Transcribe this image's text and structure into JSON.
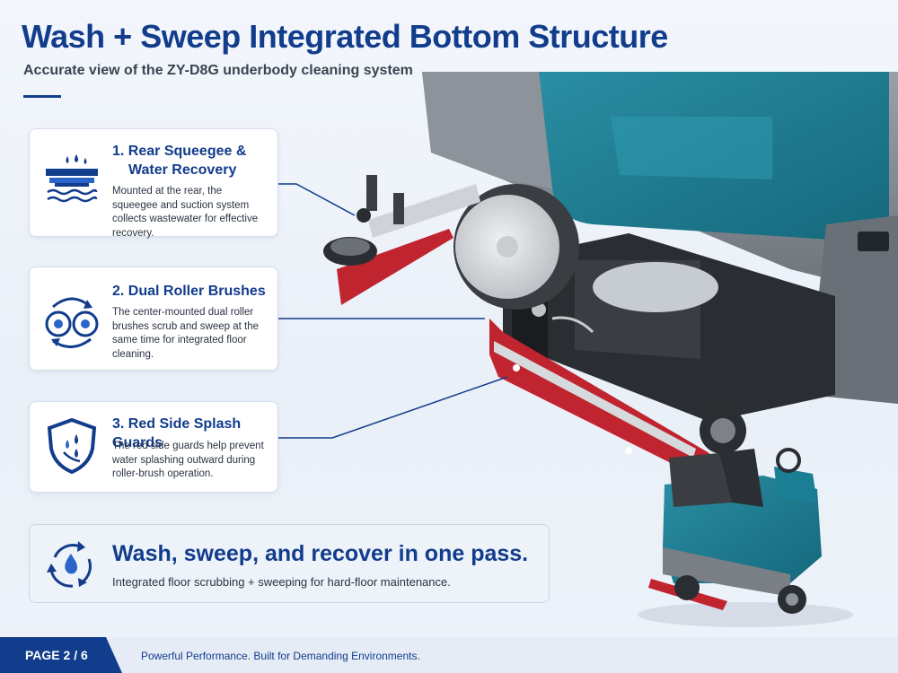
{
  "header": {
    "title": "Wash + Sweep Integrated Bottom Structure",
    "subtitle": "Accurate view of the ZY-D8G underbody cleaning system"
  },
  "callouts": [
    {
      "title_line1": "1. Rear Squeegee &",
      "title_line2": "Water Recovery",
      "body": "Mounted at the rear, the squeegee and suction system collects wastewater for effective recovery.",
      "icon": "squeegee-water-icon"
    },
    {
      "title": "2. Dual Roller Brushes",
      "body": "The center-mounted dual roller brushes scrub and sweep at the same time for integrated floor cleaning.",
      "icon": "dual-roller-brush-icon"
    },
    {
      "title": "3. Red Side Splash Guards",
      "body": "The red side guards help prevent water splashing outward during roller-brush operation.",
      "icon": "shield-droplets-icon"
    }
  ],
  "summary": {
    "headline": "Wash, sweep, and recover in one pass.",
    "body": "Integrated floor scrubbing + sweeping for hard-floor maintenance.",
    "icon": "water-cycle-icon"
  },
  "footer": {
    "page": "PAGE 2 / 6",
    "tagline": "Powerful Performance. Built for Demanding Environments."
  },
  "colors": {
    "brand_blue": "#123c8c",
    "machine_teal": "#1a7f95",
    "guard_red": "#c0242f",
    "body_gray": "#8a9097"
  }
}
